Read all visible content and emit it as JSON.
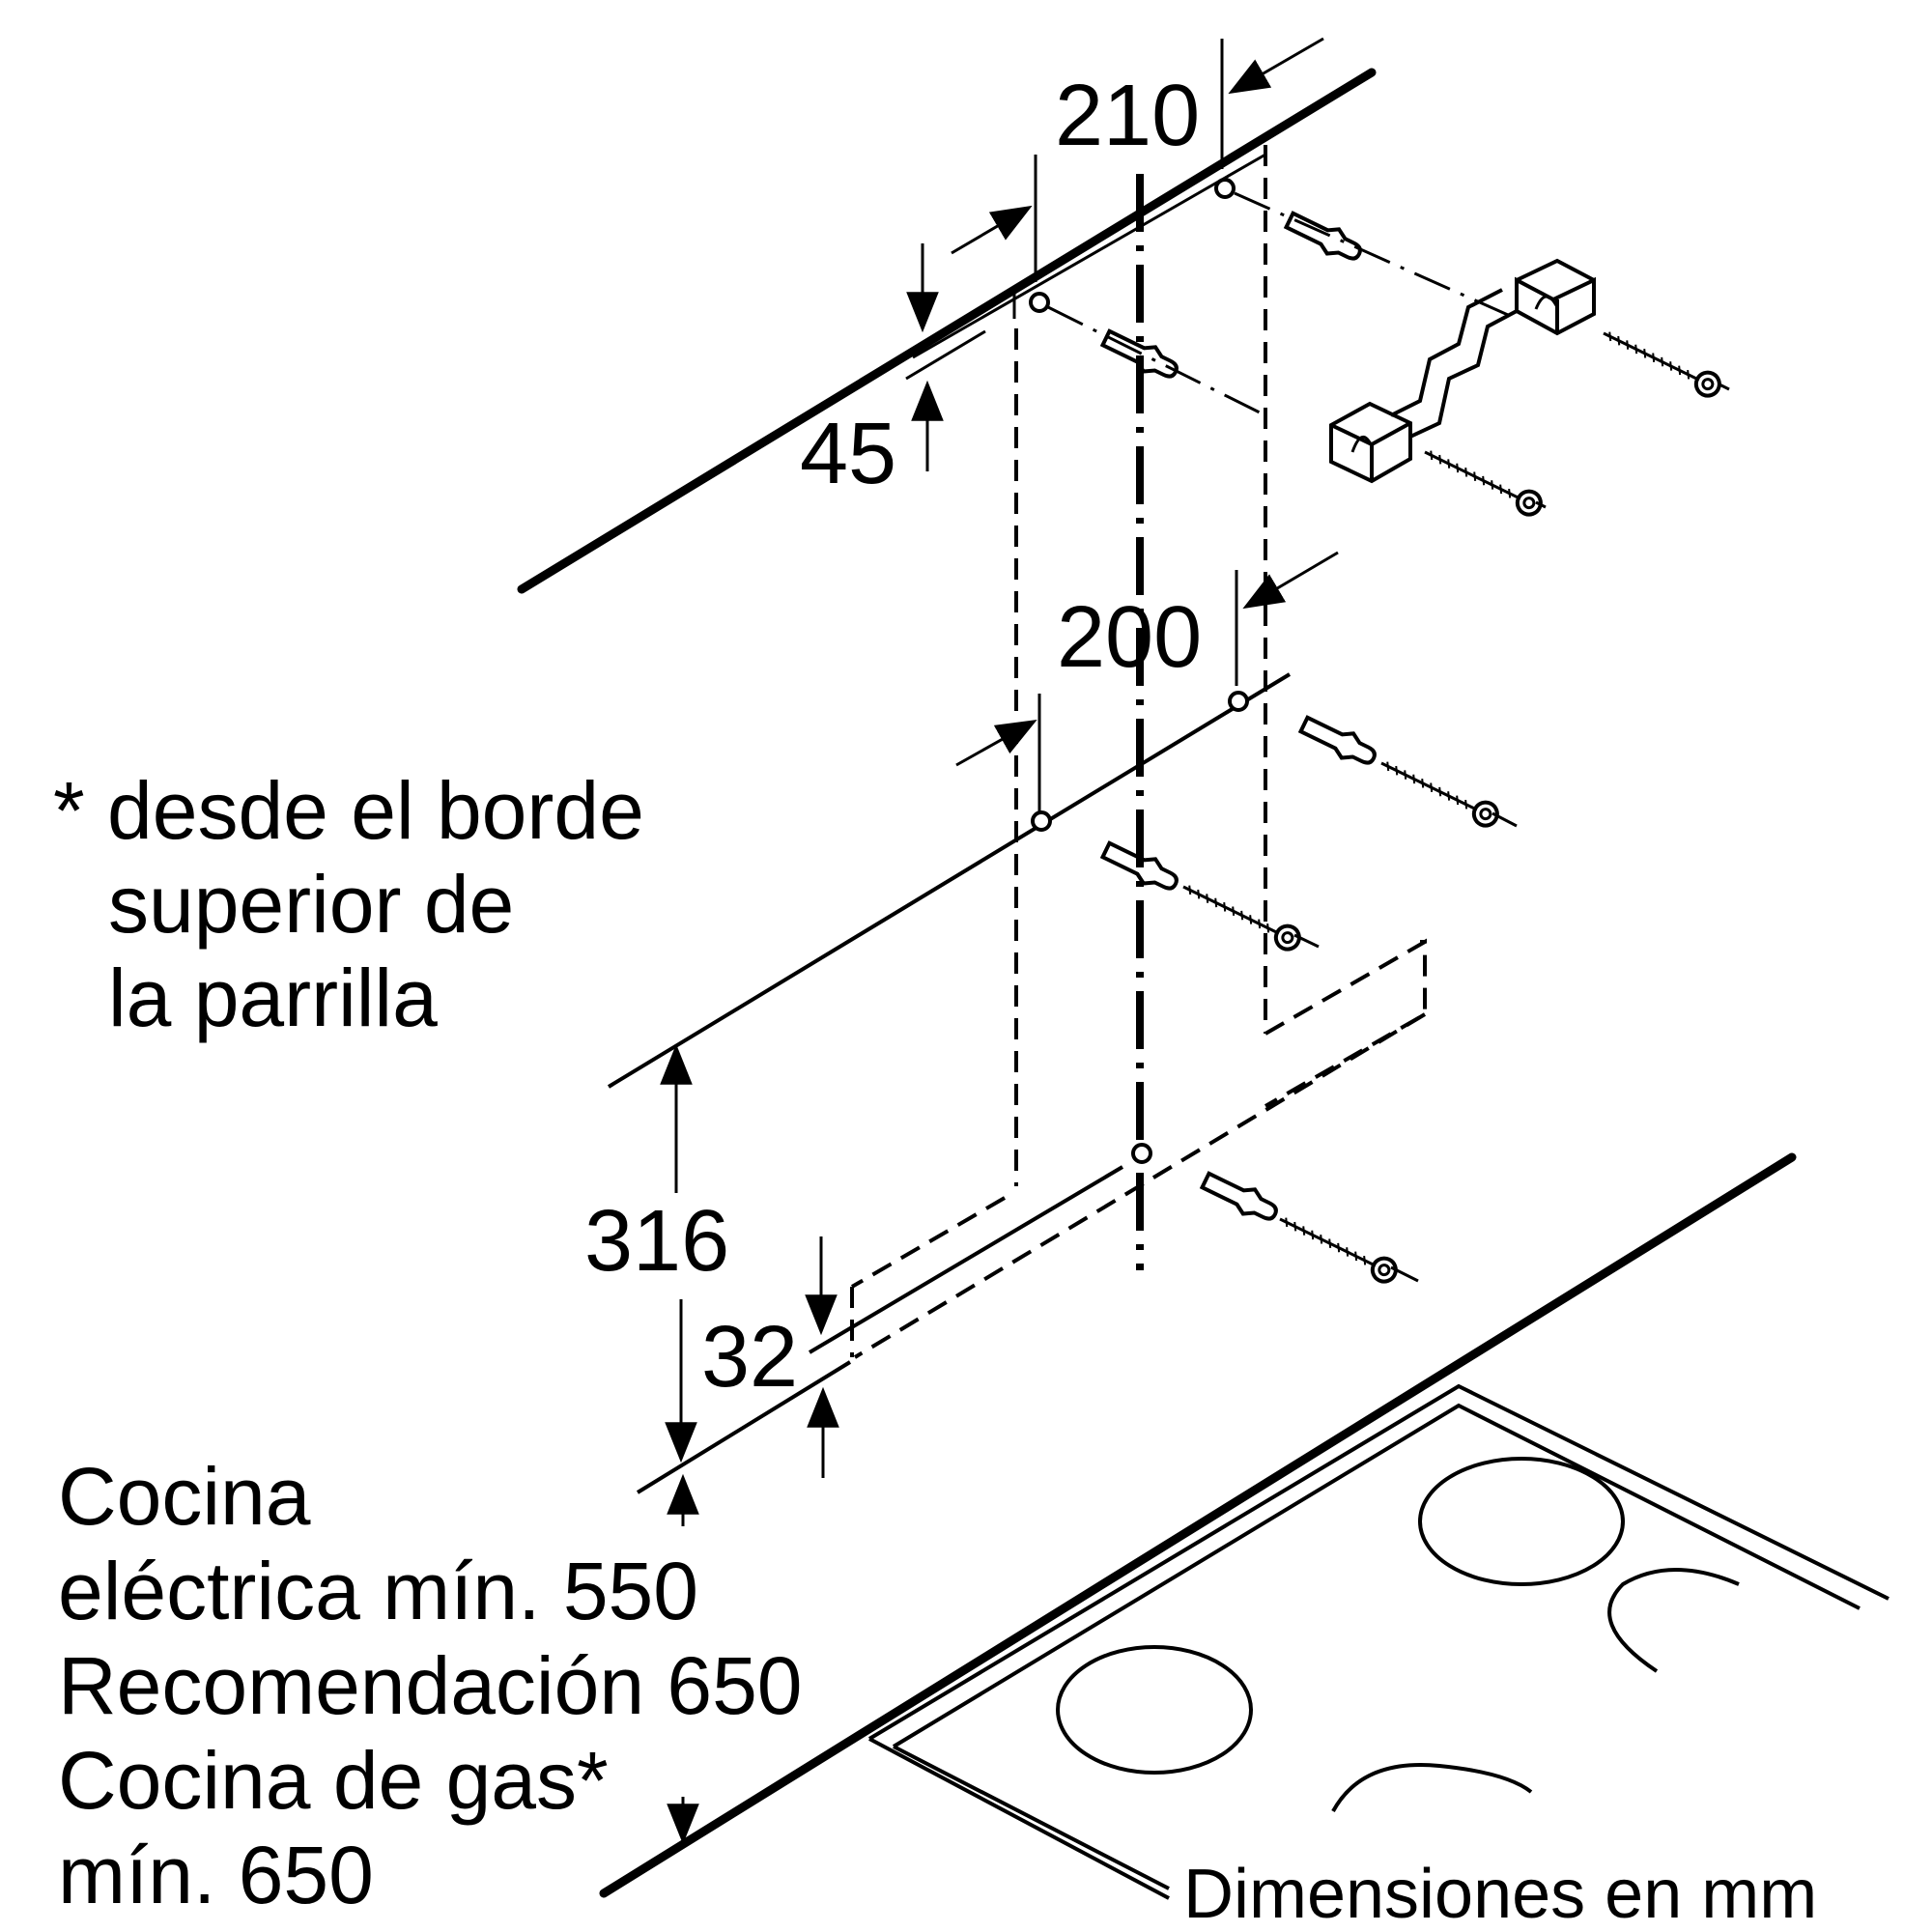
{
  "dimensions": {
    "top_spacing": "210",
    "top_offset": "45",
    "middle_spacing": "200",
    "height_to_bracket": "316",
    "bottom_offset": "32"
  },
  "note": {
    "line1": "* desde el borde",
    "line2": "superior de",
    "line3": "la parrilla"
  },
  "clearance": {
    "line1": "Cocina",
    "line2": "eléctrica mín. 550",
    "line3": "Recomendación 650",
    "line4": "Cocina de gas*",
    "line5": "mín. 650"
  },
  "units_label": "Dimensiones en mm"
}
